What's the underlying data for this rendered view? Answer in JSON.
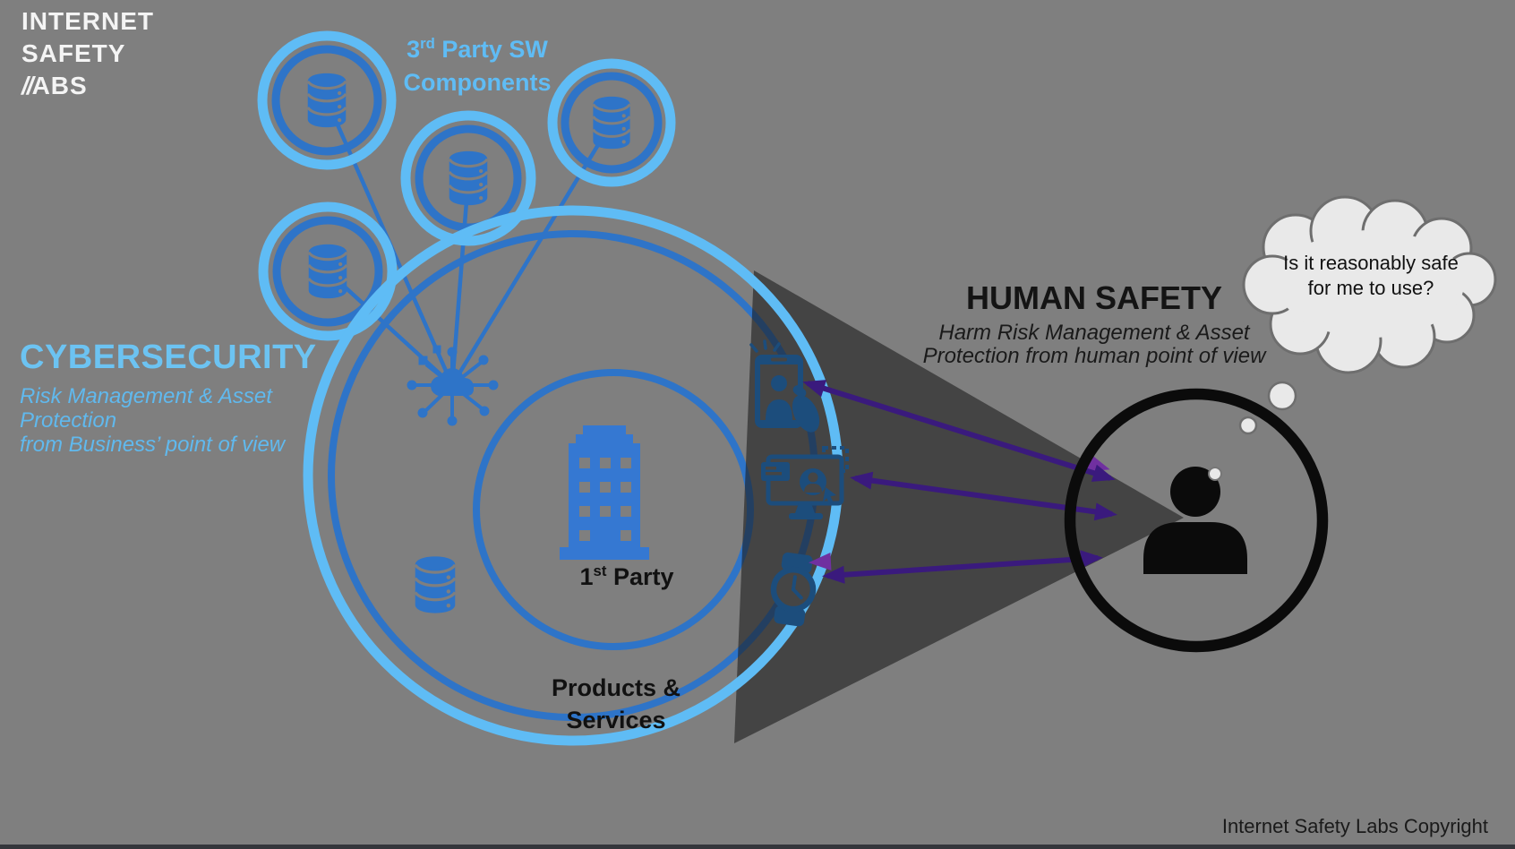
{
  "logo": {
    "line1": "INTERNET",
    "line2": "SAFETY",
    "line3_slashes": "//",
    "line3_rest": "ABS"
  },
  "third_party_label": {
    "prefix": "3",
    "sup": "rd",
    "line1_rest": " Party SW",
    "line2": "Components"
  },
  "cybersecurity": {
    "title": "CYBERSECURITY",
    "subtitle_line1": "Risk Management & Asset Protection",
    "subtitle_line2": "from Business’ point of view"
  },
  "human_safety": {
    "title": "HUMAN SAFETY",
    "subtitle_line1": "Harm Risk Management & Asset",
    "subtitle_line2": "Protection from human point of view"
  },
  "first_party_label": {
    "prefix": "1",
    "sup": "st",
    "rest": " Party"
  },
  "products_label": {
    "line1": "Products &",
    "line2": "Services"
  },
  "thought_bubble": {
    "line1": "Is it reasonably safe",
    "line2": "for me to use?"
  },
  "footer": {
    "copyright": "Internet Safety Labs Copyright"
  },
  "colors": {
    "background": "#7F7F7F",
    "light_blue_ring": "#5FBCF5",
    "medium_blue": "#2E74C8",
    "building_blue": "#3578D2",
    "device_dark_blue": "#1C4D7C",
    "arrow_purple": "#3A1A7D",
    "arrow_purple_light": "#7030A0",
    "cone_overlay": "rgba(28,28,28,0.6)",
    "person_black": "#0B0B0B",
    "cloud_fill": "#E9E9E9"
  },
  "icons": {
    "database": "database-cylinder",
    "cloud_network": "cloud-with-circuit-nodes",
    "building": "office-building",
    "phone": "smartphone-held-in-hand",
    "monitor": "desktop-with-profile-and-cursor",
    "watch": "smartwatch-clock-face",
    "person": "person-silhouette",
    "thought": "thought-cloud"
  }
}
